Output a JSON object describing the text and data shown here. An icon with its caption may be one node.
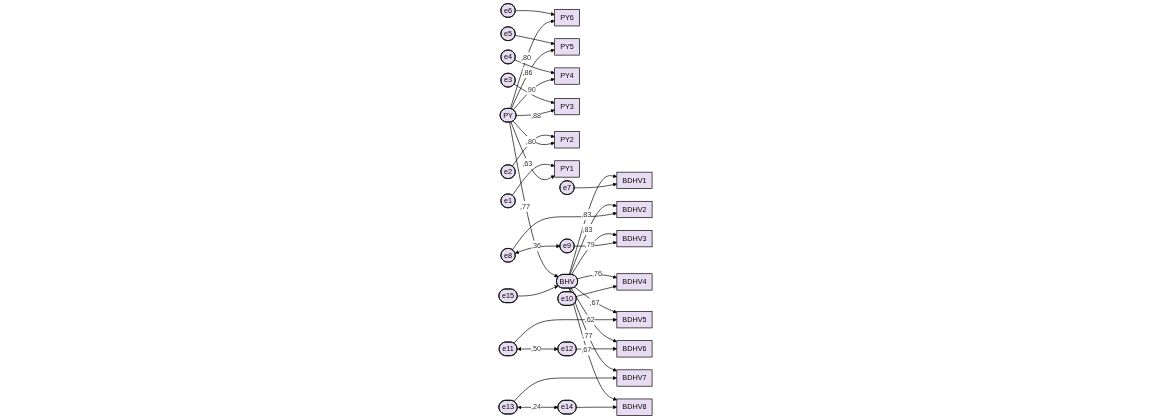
{
  "diagram": {
    "nodes": [
      {
        "text": [
          "e6"
        ]
      },
      {
        "text": [
          "PY6"
        ]
      },
      {
        "text": [
          "e5"
        ]
      },
      {
        "text": [
          "PY5"
        ]
      },
      {
        "text": [
          "e4"
        ]
      },
      {
        "text": [
          "PY4"
        ]
      },
      {
        "text": [
          "e3"
        ]
      },
      {
        "text": [
          "PY3"
        ]
      },
      {
        "text": [
          "e2"
        ]
      },
      {
        "text": [
          "PY2"
        ]
      },
      {
        "text": [
          "e1"
        ]
      },
      {
        "text": [
          "PY1"
        ]
      },
      {
        "text": [
          "PY"
        ]
      },
      {
        "text": [
          "e15"
        ]
      },
      {
        "text": [
          "BHV"
        ]
      },
      {
        "text": [
          "BDHV1"
        ]
      },
      {
        "text": [
          "e7"
        ]
      },
      {
        "text": [
          "BDHV2"
        ]
      },
      {
        "text": [
          "e8"
        ]
      },
      {
        "text": [
          "BDHV3"
        ]
      },
      {
        "text": [
          "e9"
        ]
      },
      {
        "text": [
          "BDHV4"
        ]
      },
      {
        "text": [
          "e10"
        ]
      },
      {
        "text": [
          "BDHV5"
        ]
      },
      {
        "text": [
          "e11"
        ]
      },
      {
        "text": [
          "BDHV6"
        ]
      },
      {
        "text": [
          "e12"
        ]
      },
      {
        "text": [
          "BDHV7"
        ]
      },
      {
        "text": [
          "e13"
        ]
      },
      {
        "text": [
          "BDHV8"
        ]
      },
      {
        "text": [
          "e14"
        ]
      }
    ],
    "edges": [
      {
        "from": 0,
        "to": 1,
        "arrow": "to"
      },
      {
        "from": 2,
        "to": 3,
        "arrow": "to"
      },
      {
        "from": 4,
        "to": 5,
        "arrow": "to"
      },
      {
        "from": 6,
        "to": 7,
        "arrow": "to"
      },
      {
        "from": 8,
        "to": 9,
        "arrow": "to"
      },
      {
        "from": 10,
        "to": 11,
        "arrow": "to"
      },
      {
        "from": 12,
        "to": 1,
        "arrow": "to",
        "label": ",80"
      },
      {
        "from": 12,
        "to": 3,
        "arrow": "to",
        "label": ",86"
      },
      {
        "from": 12,
        "to": 5,
        "arrow": "to",
        "label": ",90"
      },
      {
        "from": 12,
        "to": 7,
        "arrow": "to",
        "label": ",88"
      },
      {
        "from": 12,
        "to": 9,
        "arrow": "to",
        "label": ",80"
      },
      {
        "from": 12,
        "to": 11,
        "arrow": "to",
        "label": ",63"
      },
      {
        "from": 12,
        "to": 14,
        "arrow": "to",
        "label": ",77"
      },
      {
        "from": 13,
        "to": 14,
        "arrow": "to"
      },
      {
        "from": 14,
        "to": 15,
        "arrow": "to",
        "label": ",83"
      },
      {
        "from": 14,
        "to": 17,
        "arrow": "to",
        "label": ",83"
      },
      {
        "from": 14,
        "to": 19,
        "arrow": "to",
        "label": ",79"
      },
      {
        "from": 14,
        "to": 21,
        "arrow": "to",
        "label": ",76"
      },
      {
        "from": 14,
        "to": 23,
        "arrow": "to",
        "label": ",67"
      },
      {
        "from": 14,
        "to": 25,
        "arrow": "to",
        "label": ",62"
      },
      {
        "from": 14,
        "to": 27,
        "arrow": "to",
        "label": ",77"
      },
      {
        "from": 14,
        "to": 29,
        "arrow": "to",
        "label": ",67"
      },
      {
        "from": 16,
        "to": 15,
        "arrow": "to"
      },
      {
        "from": 18,
        "to": 17,
        "arrow": "to"
      },
      {
        "from": 20,
        "to": 19,
        "arrow": "to"
      },
      {
        "from": 22,
        "to": 21,
        "arrow": "to"
      },
      {
        "from": 24,
        "to": 23,
        "arrow": "to"
      },
      {
        "from": 26,
        "to": 25,
        "arrow": "to"
      },
      {
        "from": 28,
        "to": 27,
        "arrow": "to"
      },
      {
        "from": 30,
        "to": 29,
        "arrow": "to"
      },
      {
        "from": 18,
        "to": 20,
        "arrow": "both",
        "label": ",36"
      },
      {
        "from": 24,
        "to": 26,
        "arrow": "both",
        "label": ",50"
      },
      {
        "from": 28,
        "to": 30,
        "arrow": "both",
        "label": ",24"
      }
    ]
  }
}
